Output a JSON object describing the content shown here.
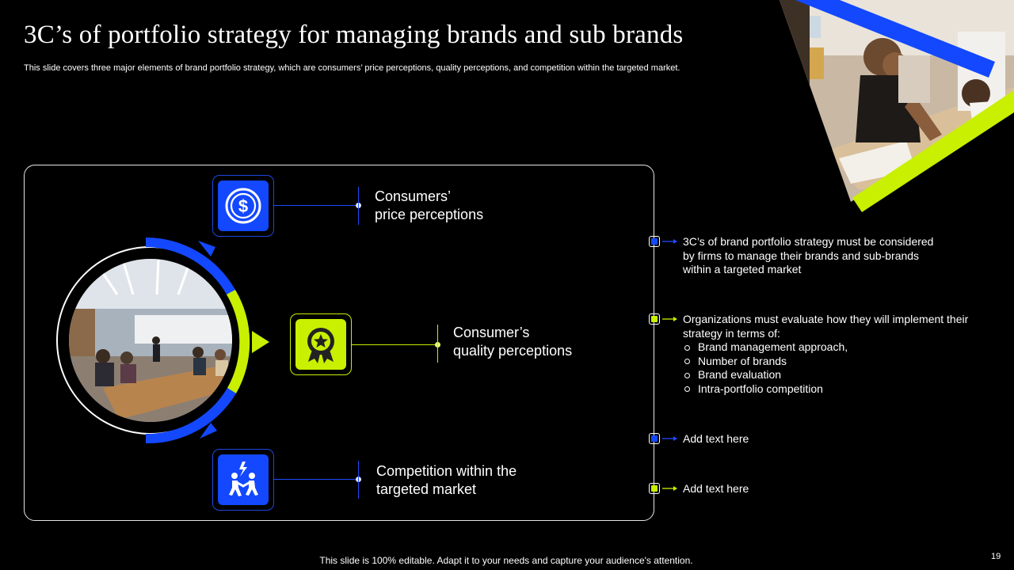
{
  "slide": {
    "title": "3C’s of portfolio strategy for managing brands and sub brands",
    "subtitle": "This slide covers three major elements of brand portfolio strategy, which are consumers’ price perceptions, quality perceptions, and  competition within the targeted market.",
    "footer": "This slide is 100% editable. Adapt it to your needs and capture your audience's attention.",
    "page_number": "19"
  },
  "colors": {
    "accent_blue": "#1348ff",
    "accent_lime": "#c8f000",
    "background": "#000000"
  },
  "photos": {
    "hero": "people-working-at-table-photo",
    "meeting": "conference-room-meeting-photo"
  },
  "cs": [
    {
      "icon": "dollar-coin-icon",
      "color": "#1348ff",
      "lines": [
        "Consumers’",
        "price perceptions"
      ]
    },
    {
      "icon": "award-badge-icon",
      "color": "#c8f000",
      "lines": [
        "Consumer’s",
        "quality perceptions"
      ]
    },
    {
      "icon": "competitors-icon",
      "color": "#1348ff",
      "lines": [
        "Competition within the",
        "targeted market"
      ]
    }
  ],
  "notes": [
    {
      "color": "#1348ff",
      "lines": [
        "3C’s of brand portfolio strategy must be considered",
        "by firms to manage their brands and sub-brands",
        "within a targeted market"
      ]
    },
    {
      "color": "#c8f000",
      "lines": [
        "Organizations must evaluate  how they will implement their",
        "strategy in terms of:"
      ],
      "bullets": [
        "Brand management approach,",
        "Number of brands",
        "Brand evaluation",
        "Intra-portfolio  competition"
      ]
    },
    {
      "color": "#1348ff",
      "lines": [
        "Add text here"
      ]
    },
    {
      "color": "#c8f000",
      "lines": [
        "Add text here"
      ]
    }
  ]
}
